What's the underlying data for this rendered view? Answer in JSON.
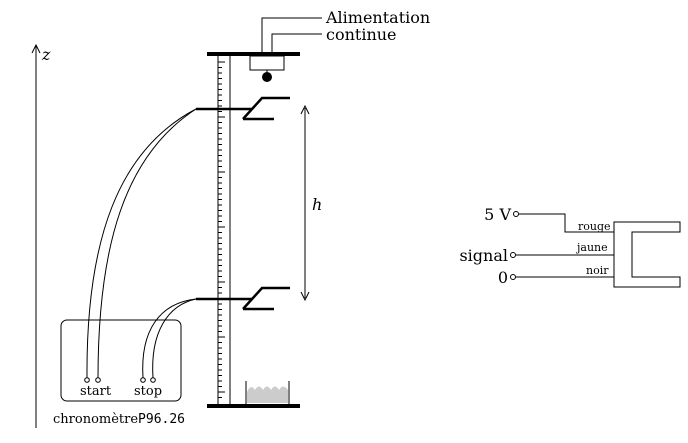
{
  "apparatus": {
    "z_axis_label": "z",
    "power_label_line1": "Alimentation",
    "power_label_line2": "continue",
    "height_label": "h",
    "chrono_start_label": "start",
    "chrono_stop_label": "stop",
    "chrono_caption_prefix": "chronomètre",
    "chrono_caption_model": "P96.26"
  },
  "connector": {
    "pin_5v": "5 V",
    "pin_signal": "signal",
    "pin_0": "0",
    "wire_red": "rouge",
    "wire_yellow": "jaune",
    "wire_black": "noir"
  }
}
